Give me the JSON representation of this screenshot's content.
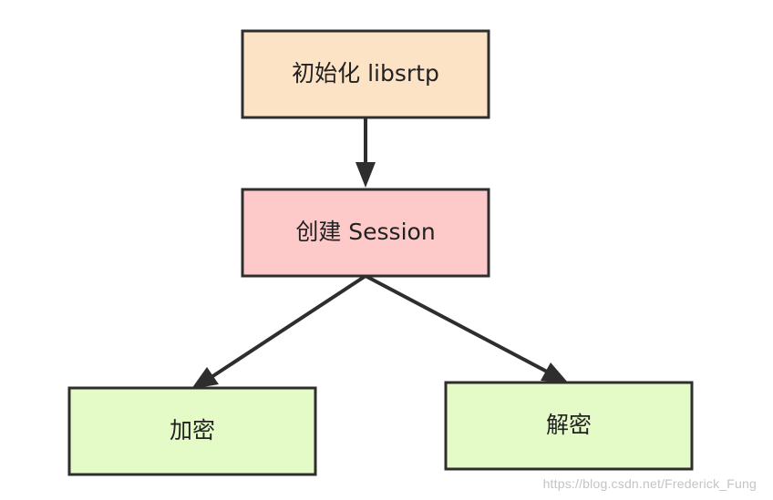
{
  "nodes": {
    "init": {
      "label": "初始化 libsrtp",
      "fill": "#fde3c6"
    },
    "session": {
      "label": "创建 Session",
      "fill": "#fdc9c9"
    },
    "encrypt": {
      "label": "加密",
      "fill": "#e4fbc8"
    },
    "decrypt": {
      "label": "解密",
      "fill": "#e4fbc8"
    }
  },
  "edges": [
    {
      "from": "init",
      "to": "session"
    },
    {
      "from": "session",
      "to": "encrypt"
    },
    {
      "from": "session",
      "to": "decrypt"
    }
  ],
  "colors": {
    "stroke": "#2e2e2e",
    "arrow": "#2e2e2e"
  },
  "watermark": "https://blog.csdn.net/Frederick_Fung"
}
